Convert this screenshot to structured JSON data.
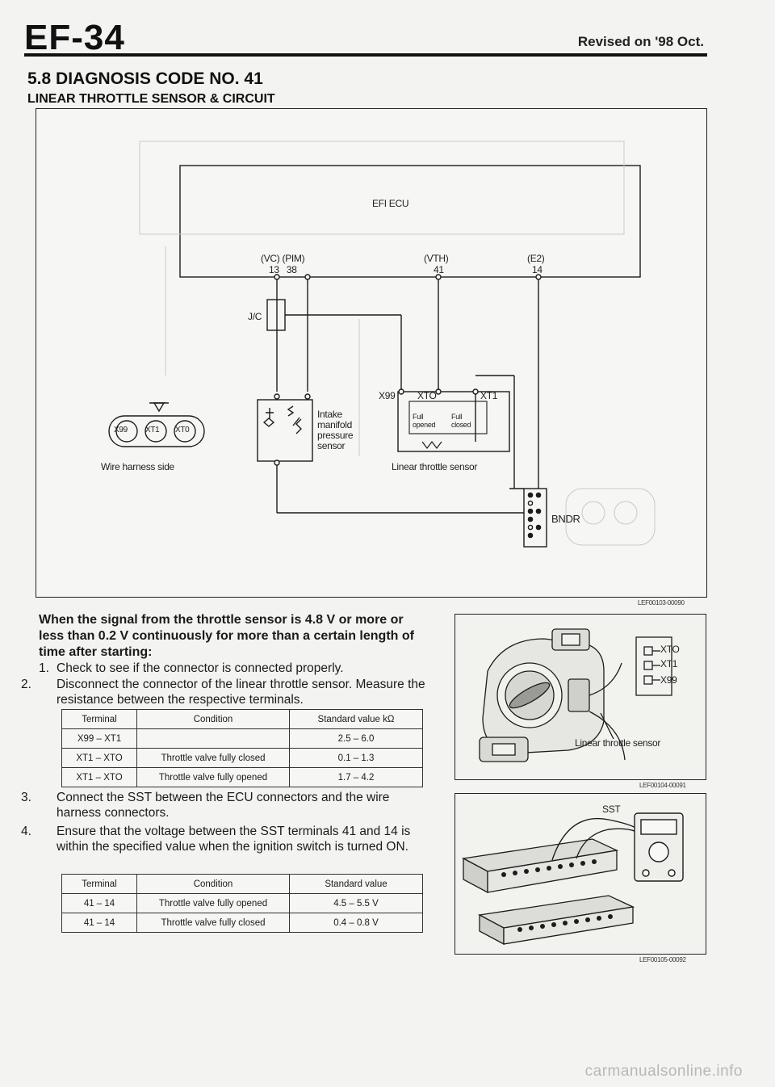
{
  "header": {
    "page_number": "EF-34",
    "revised": "Revised on '98 Oct."
  },
  "section": {
    "title": "5.8 DIAGNOSIS CODE NO. 41",
    "subtitle": "LINEAR THROTTLE SENSOR & CIRCUIT"
  },
  "diagram": {
    "ecu_label": "EFI ECU",
    "terminals": [
      {
        "name": "(VC) (PIM)",
        "number": "13   38"
      },
      {
        "name": "(VTH)",
        "number": "41"
      },
      {
        "name": "(E2)",
        "number": "14"
      }
    ],
    "jc_label": "J/C",
    "connector_pins": [
      "X99",
      "XT1",
      "XT0"
    ],
    "wire_harness_label": "Wire harness side",
    "map_sensor_label": "Intake\nmanifold\npressure\nsensor",
    "sensor_pins": [
      "X99",
      "XTO",
      "XT1"
    ],
    "full_opened": "Full\nopened",
    "full_closed": "Full\nclosed",
    "linear_sensor_label": "Linear throttle sensor",
    "bndr_label": "BNDR",
    "code": "LEF00103-00090"
  },
  "condition_text": "When the signal from the throttle sensor is 4.8 V or more or less than 0.2 V continuously for more than a certain length of time after starting:",
  "steps": [
    {
      "num": "1.",
      "text": "Check to see if the connector is connected properly."
    },
    {
      "num": "2.",
      "text": "Disconnect the connector of the linear throttle sensor. Measure the resistance between the respective terminals."
    },
    {
      "num": "3.",
      "text": "Connect the SST between the ECU connectors and the wire harness connectors."
    },
    {
      "num": "4.",
      "text": "Ensure that the voltage between the SST terminals 41 and 14 is within the specified value when the ignition switch is turned ON."
    }
  ],
  "resistance_table": {
    "headers": [
      "Terminal",
      "Condition",
      "Standard value kΩ"
    ],
    "rows": [
      [
        "X99 – XT1",
        "",
        "2.5 – 6.0"
      ],
      [
        "XT1 – XTO",
        "Throttle valve fully closed",
        "0.1 – 1.3"
      ],
      [
        "XT1 – XTO",
        "Throttle valve fully opened",
        "1.7 – 4.2"
      ]
    ]
  },
  "voltage_table": {
    "headers": [
      "Terminal",
      "Condition",
      "Standard value"
    ],
    "rows": [
      [
        "41 – 14",
        "Throttle valve fully opened",
        "4.5 – 5.5 V"
      ],
      [
        "41 – 14",
        "Throttle valve fully closed",
        "0.4 – 0.8 V"
      ]
    ]
  },
  "photo1": {
    "pins": [
      "XTO",
      "XT1",
      "X99"
    ],
    "label": "Linear throttle sensor",
    "code": "LEF00104-00091"
  },
  "photo2": {
    "sst_label": "SST",
    "code": "LEF00105-00092"
  },
  "watermark": "carmanualsonline.info"
}
